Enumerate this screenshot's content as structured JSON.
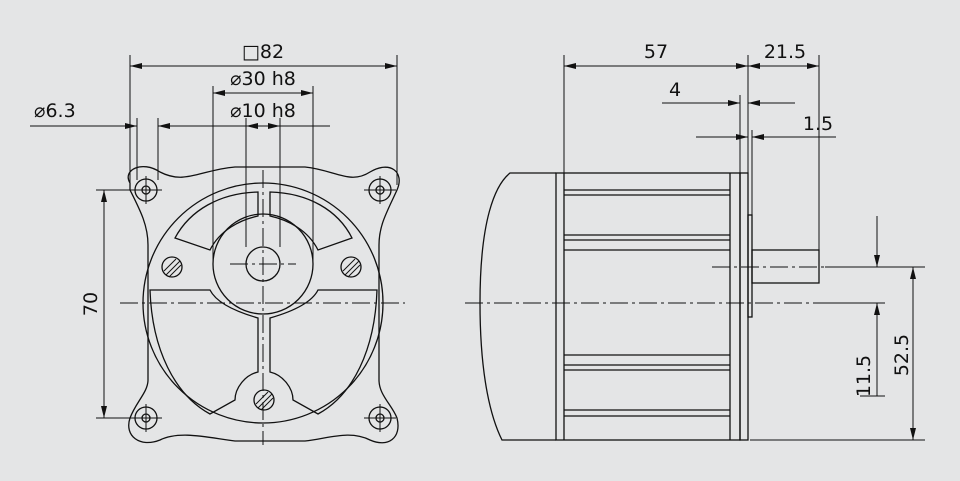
{
  "front_view": {
    "dim_square": "□82",
    "dim_pilot": "⌀30 h8",
    "dim_shaft": "⌀10 h8",
    "dim_holes": "⌀6.3",
    "dim_pitch": "70"
  },
  "side_view": {
    "dim_body_length": "57",
    "dim_shaft_length": "21.5",
    "dim_flange": "4",
    "dim_pilot_depth": "1.5",
    "dim_shaft_offset": "11.5",
    "dim_shaft_height": "52.5"
  }
}
